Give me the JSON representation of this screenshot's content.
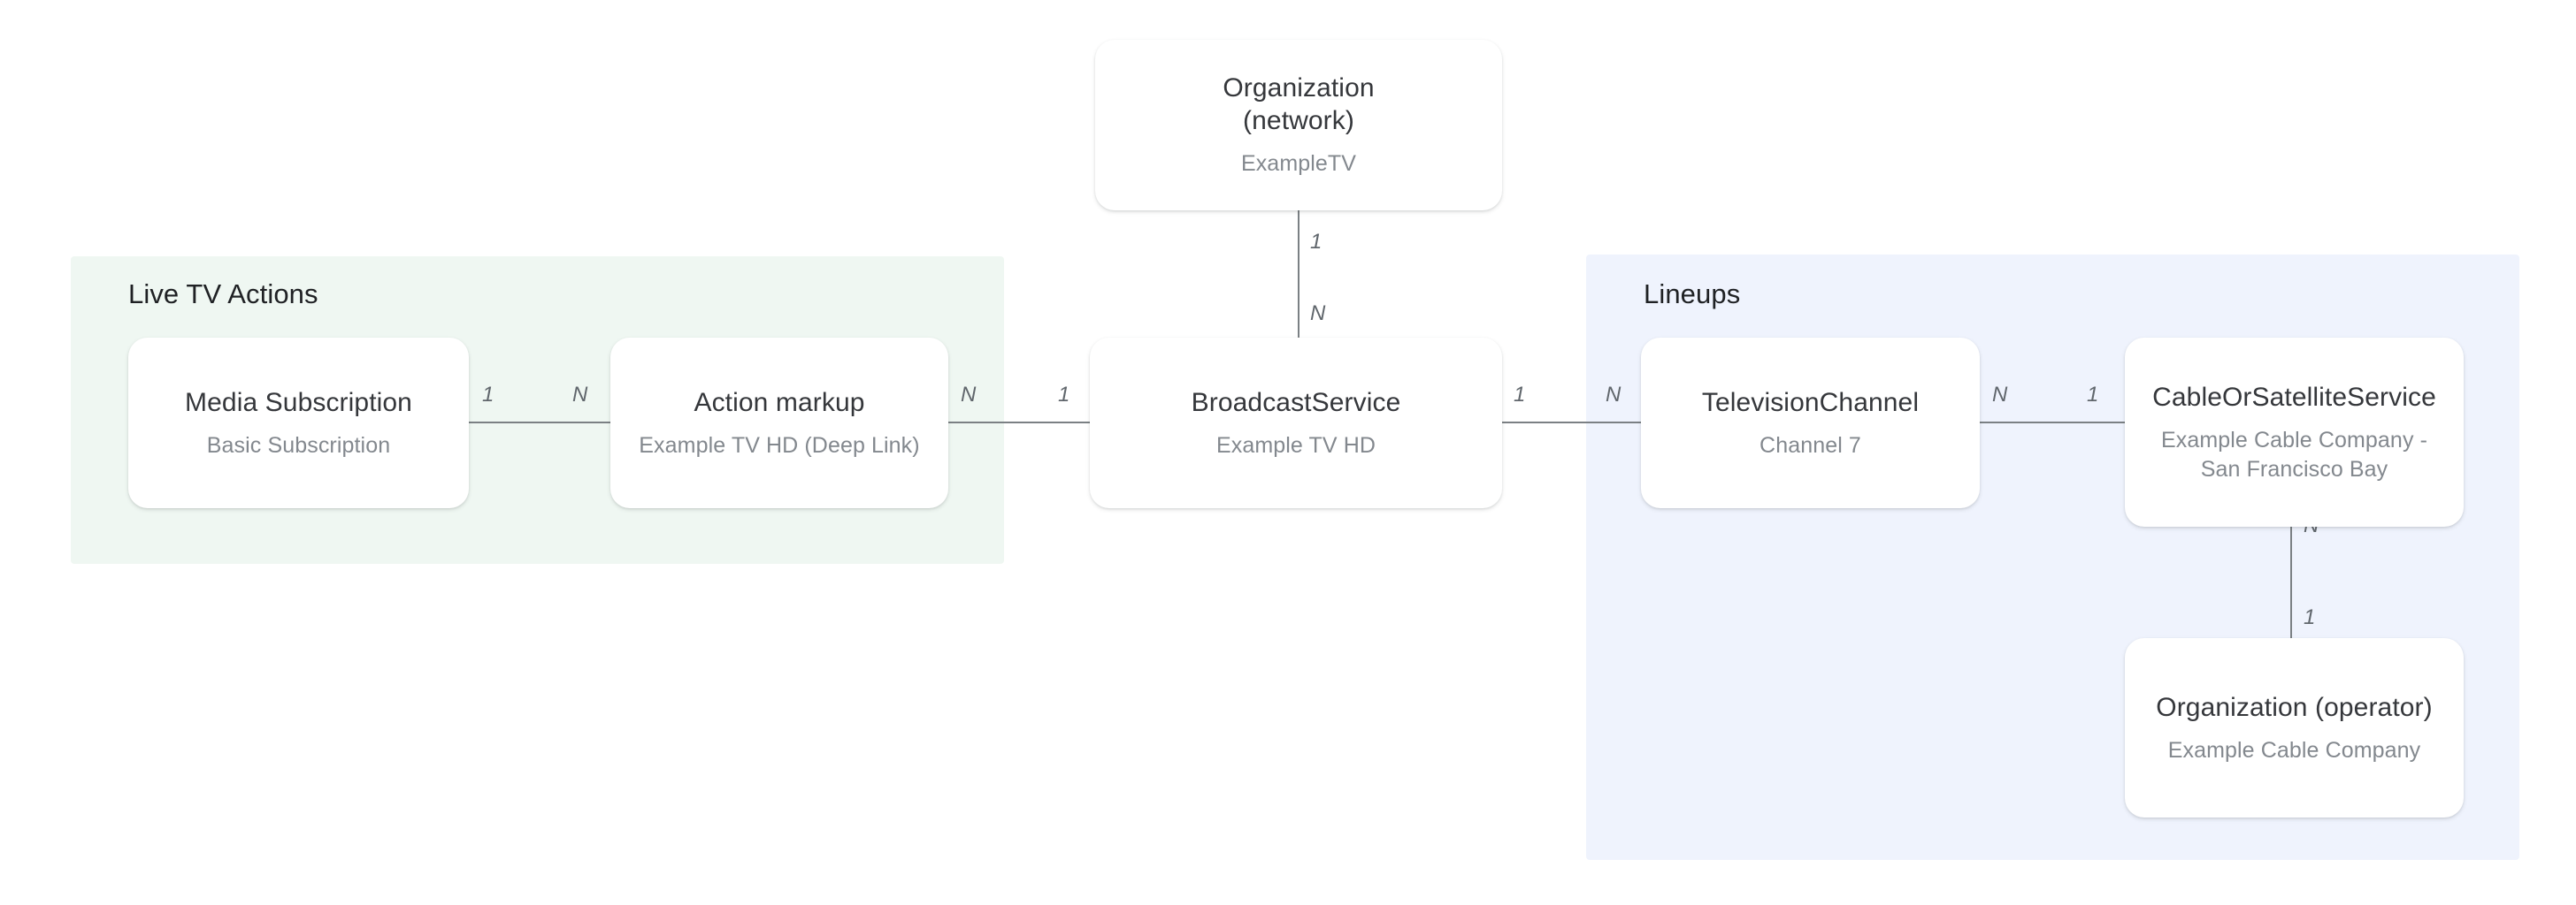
{
  "diagram": {
    "type": "entity-relationship-diagram",
    "background_color": "#ffffff"
  },
  "groups": [
    {
      "id": "live-tv-actions",
      "title": "Live TV Actions",
      "background_color": "#eff7f2"
    },
    {
      "id": "lineups",
      "title": "Lineups",
      "background_color": "#eff3fd"
    }
  ],
  "nodes": [
    {
      "id": "organization-network",
      "title": "Organization\n(network)",
      "subtitle": "ExampleTV"
    },
    {
      "id": "media-subscription",
      "title": "Media Subscription",
      "subtitle": "Basic Subscription"
    },
    {
      "id": "action-markup",
      "title": "Action markup",
      "subtitle": "Example TV HD (Deep Link)"
    },
    {
      "id": "broadcast-service",
      "title": "BroadcastService",
      "subtitle": "Example TV HD"
    },
    {
      "id": "television-channel",
      "title": "TelevisionChannel",
      "subtitle": "Channel 7"
    },
    {
      "id": "cable-or-satellite-service",
      "title": "CableOrSatelliteService",
      "subtitle": "Example Cable Company -\nSan Francisco Bay"
    },
    {
      "id": "organization-operator",
      "title": "Organization (operator)",
      "subtitle": "Example Cable Company"
    }
  ],
  "edges": [
    {
      "id": "media-subscription--action-markup",
      "from": "media-subscription",
      "to": "action-markup",
      "orientation": "horizontal",
      "source_label": "1",
      "target_label": "N"
    },
    {
      "id": "action-markup--broadcast-service",
      "from": "action-markup",
      "to": "broadcast-service",
      "orientation": "horizontal",
      "source_label": "N",
      "target_label": "1"
    },
    {
      "id": "organization-network--broadcast-service",
      "from": "organization-network",
      "to": "broadcast-service",
      "orientation": "vertical",
      "source_label": "1",
      "target_label": "N"
    },
    {
      "id": "broadcast-service--television-channel",
      "from": "broadcast-service",
      "to": "television-channel",
      "orientation": "horizontal",
      "source_label": "1",
      "target_label": "N"
    },
    {
      "id": "television-channel--cable-or-satellite-service",
      "from": "television-channel",
      "to": "cable-or-satellite-service",
      "orientation": "horizontal",
      "source_label": "N",
      "target_label": "1"
    },
    {
      "id": "cable-or-satellite-service--organization-operator",
      "from": "cable-or-satellite-service",
      "to": "organization-operator",
      "orientation": "vertical",
      "source_label": "N",
      "target_label": "1"
    }
  ],
  "colors": {
    "group_green": "#eff7f2",
    "group_blue": "#eff3fd",
    "node_background": "#ffffff",
    "node_title_text": "#35373b",
    "node_subtitle_text": "#83888e",
    "edge_line": "#7b8084",
    "edge_label_text": "#60666c",
    "group_title_text": "#1f2124"
  }
}
